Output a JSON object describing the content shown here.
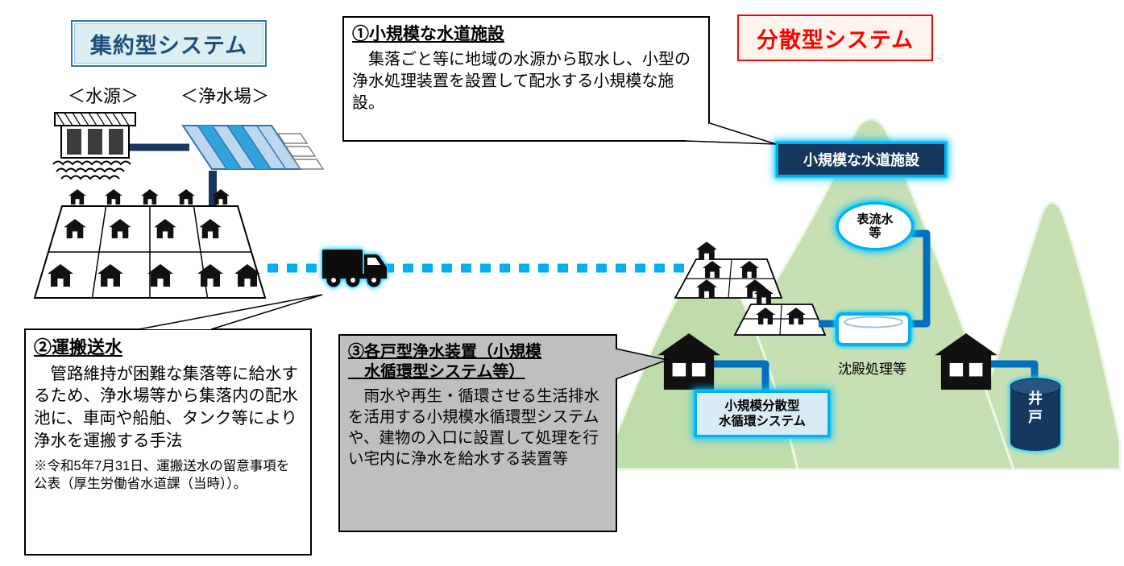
{
  "diagram": {
    "title_left": "集約型システム",
    "title_right": "分散型システム",
    "source_label": "＜水源＞",
    "plant_label": "＜浄水場＞",
    "callout1": {
      "title": "①小規模な水道施設",
      "body": "　集落ごと等に地域の水源から取水し、小型の浄水処理装置を設置して配水する小規模な施設。"
    },
    "callout2": {
      "title": "②運搬送水",
      "body": "　管路維持が困難な集落等に給水するため、浄水場等から集落内の配水池に、車両や船舶、タンク等により浄水を運搬する手法",
      "note": "※令和5年7月31日、運搬送水の留意事項を公表（厚生労働省水道課（当時））。"
    },
    "callout3": {
      "title": "③各戸型浄水装置（小規模\n　水循環型システム等）",
      "body": "　雨水や再生・循環させる生活排水を活用する小規模水循環型システムや、建物の入口に設置して処理を行い宅内に浄水を給水する装置等"
    },
    "facility_label": "小規模な水道施設",
    "surface_water_label": "表流水\n等",
    "sedimentation_label": "沈殿処理等",
    "circulation_label": "小規模分散型\n水循環システム",
    "well_label": "井\n戸",
    "icons": {
      "dam": "dam-icon",
      "water_treatment_plant": "water-treatment-plant-icon",
      "village_grid": "village-grid-icon",
      "truck": "truck-icon",
      "hamlet_cluster": "hamlet-cluster-icon",
      "house": "house-icon",
      "sedimentation_basin": "sedimentation-basin-icon",
      "well": "well-cylinder-icon",
      "mountain": "mountain-shape"
    },
    "colors": {
      "accent_cyan": "#00b0f0",
      "navy": "#17375e",
      "blue_line": "#0070c0",
      "mountain_green": "#c6e0b4",
      "gray_box": "#bfbfbf",
      "title_blue": "#1f4e79",
      "title_red": "#ff0000"
    }
  }
}
